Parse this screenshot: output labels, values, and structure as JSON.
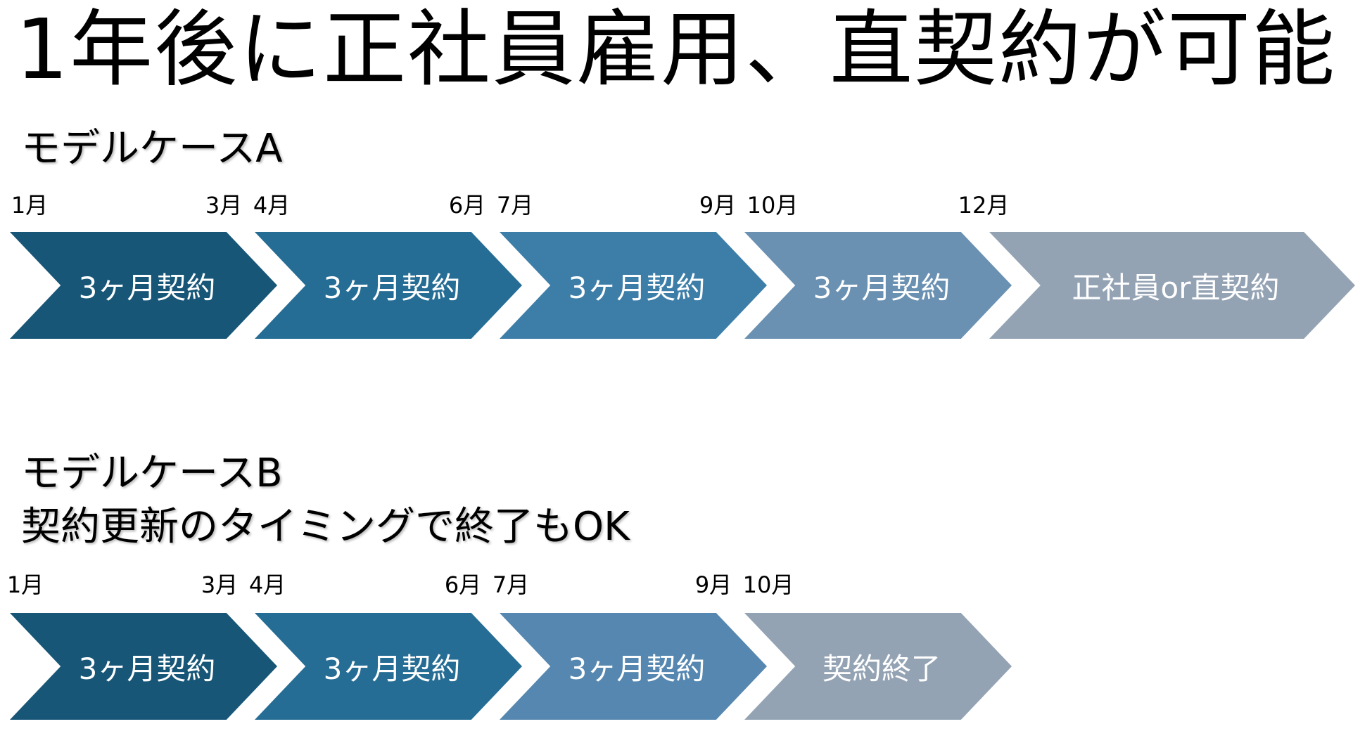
{
  "title": "1年後に正社員雇用、直契約が可能",
  "case_a": {
    "title": "モデルケースA",
    "months": [
      "1月",
      "3月",
      "4月",
      "6月",
      "7月",
      "9月",
      "10月",
      "12月"
    ],
    "steps": [
      {
        "label": "3ヶ月契約",
        "color": "#175677"
      },
      {
        "label": "3ヶ月契約",
        "color": "#256d95"
      },
      {
        "label": "3ヶ月契約",
        "color": "#3d7ea9"
      },
      {
        "label": "3ヶ月契約",
        "color": "#6a91b2"
      },
      {
        "label": "正社員or直契約",
        "color": "#94a3b4"
      }
    ]
  },
  "case_b": {
    "title": "モデルケースB",
    "subtitle": "契約更新のタイミングで終了もOK",
    "months": [
      "1月",
      "3月",
      "4月",
      "6月",
      "7月",
      "9月",
      "10月"
    ],
    "steps": [
      {
        "label": "3ヶ月契約",
        "color": "#175677"
      },
      {
        "label": "3ヶ月契約",
        "color": "#256d95"
      },
      {
        "label": "3ヶ月契約",
        "color": "#5587b0"
      },
      {
        "label": "契約終了",
        "color": "#94a3b4"
      }
    ]
  }
}
